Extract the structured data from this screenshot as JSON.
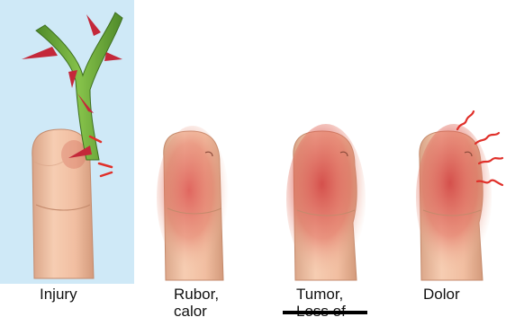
{
  "panels": [
    {
      "id": "injury",
      "label_lines": [
        "Injury"
      ]
    },
    {
      "id": "rubor-calor",
      "label_lines": [
        "Rubor,",
        "calor"
      ]
    },
    {
      "id": "tumor",
      "label_lines": [
        "Tumor,",
        "Loss of"
      ]
    },
    {
      "id": "dolor",
      "label_lines": [
        "Dolor"
      ]
    }
  ],
  "colors": {
    "injury_background": "#cfe9f7",
    "skin": "#f2c2a6",
    "skin_shadow": "#d8a07f",
    "inflammation": "#d94a4a",
    "stem_green": "#6aa83a",
    "thorn_red": "#c4283a",
    "pain_marks": "#e0302a"
  },
  "icons": [
    "rose-stem-icon",
    "finger-icon",
    "pain-wave-icon"
  ]
}
